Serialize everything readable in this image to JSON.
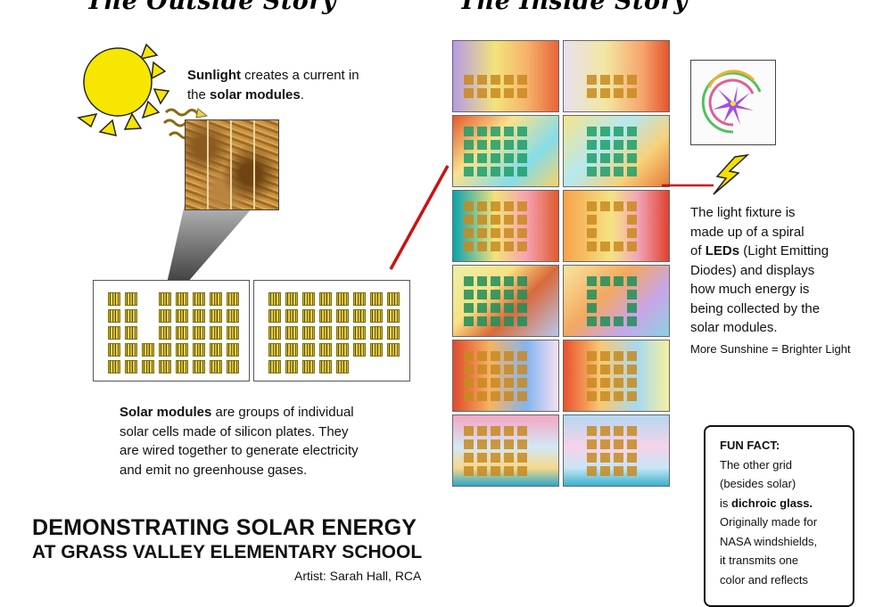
{
  "titles": {
    "outside": "The Outside Story",
    "inside": "The Inside Story"
  },
  "sunlight": {
    "bold": "Sunlight",
    "text1": " creates a current in",
    "text2": "the ",
    "bold2": "solar modules",
    "text3": "."
  },
  "modules_caption": {
    "bold": "Solar modules",
    "line1": " are groups of individual",
    "line2": "solar cells made of silicon plates. They",
    "line3": "are wired together to generate electricity",
    "line4": "and emit no greenhouse gases."
  },
  "main_title": {
    "line1": "DEMONSTRATING SOLAR ENERGY",
    "line2": "AT GRASS VALLEY ELEMENTARY SCHOOL",
    "artist": "Artist: Sarah Hall, RCA"
  },
  "fixture": {
    "line1": "The light fixture is",
    "line2": "made up of a spiral",
    "line3_pre": "of ",
    "line3_bold": "LEDs",
    "line3_post": " (Light Emitting",
    "line4": "Diodes) and displays",
    "line5": "how much energy is",
    "line6": "being collected by the",
    "line7": "solar modules.",
    "note": "More Sunshine = Brighter Light"
  },
  "fun_fact": {
    "title": "FUN FACT:",
    "line1": "The other grid",
    "line2": "(besides solar)",
    "line3_pre": "is ",
    "line3_bold": "dichroic glass.",
    "line4": "Originally made for",
    "line5": "NASA windshields,",
    "line6": "it transmits one",
    "line7": "color and reflects"
  },
  "colors": {
    "sun": "#f7e600",
    "sun_outline": "#222222",
    "wire": "#cc1111",
    "bolt": "#f5e000"
  }
}
